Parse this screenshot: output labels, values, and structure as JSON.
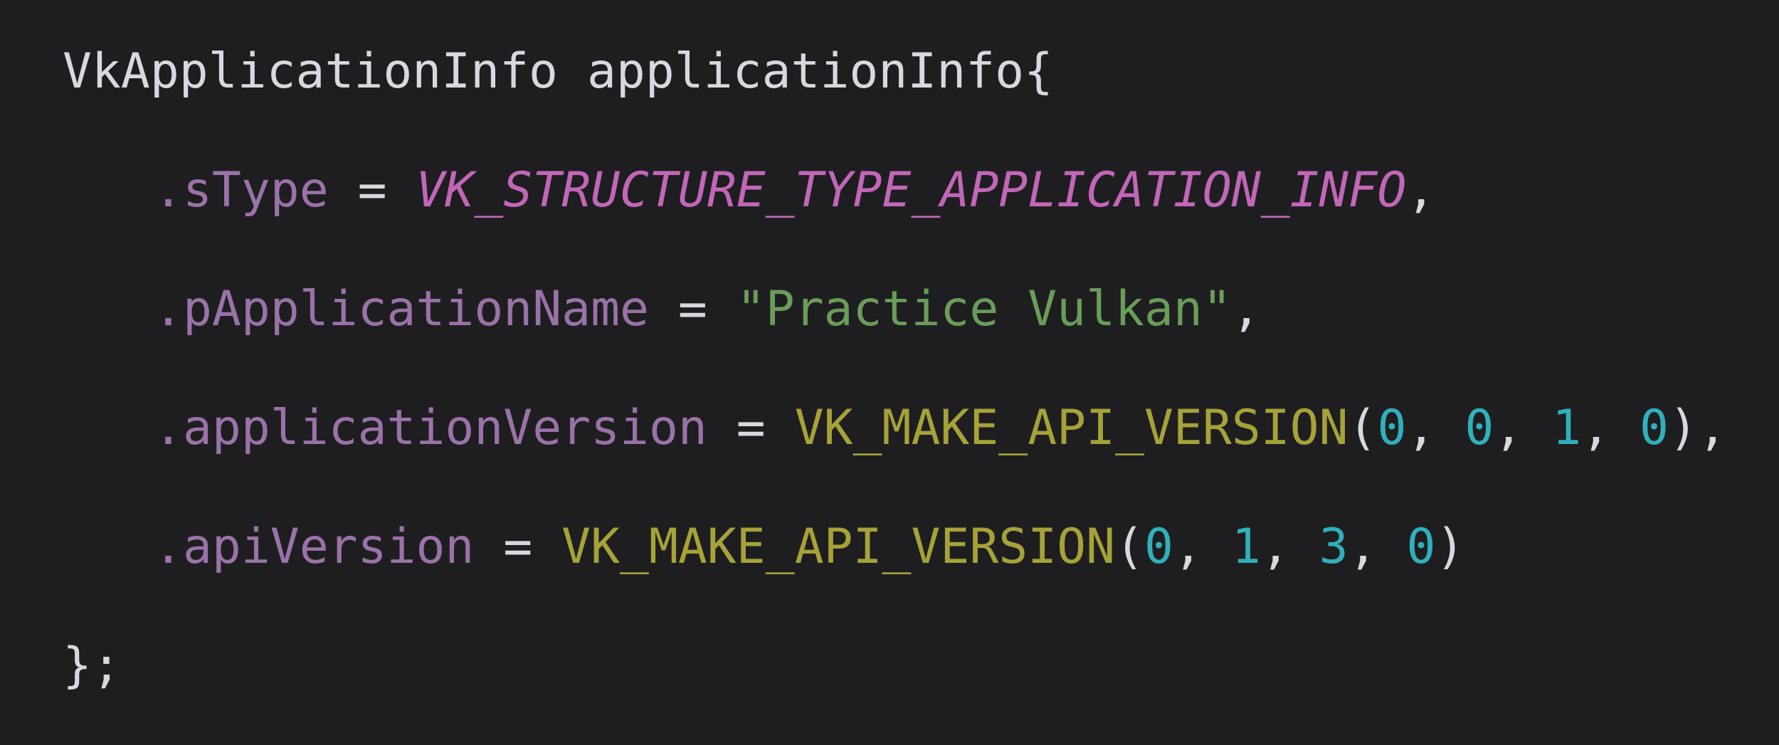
{
  "code": {
    "line1": {
      "type_name": "VkApplicationInfo",
      "var_name": "applicationInfo",
      "open_brace": "{"
    },
    "line2": {
      "member": ".sType",
      "op": " = ",
      "value": "VK_STRUCTURE_TYPE_APPLICATION_INFO",
      "trail": ","
    },
    "line3": {
      "member": ".pApplicationName",
      "op": " = ",
      "value": "\"Practice Vulkan\"",
      "trail": ","
    },
    "line4": {
      "member": ".applicationVersion",
      "op": " = ",
      "macro": "VK_MAKE_API_VERSION",
      "open_paren": "(",
      "args": [
        "0",
        "0",
        "1",
        "0"
      ],
      "close": "),"
    },
    "line5": {
      "member": ".apiVersion",
      "op": " = ",
      "macro": "VK_MAKE_API_VERSION",
      "open_paren": "(",
      "args": [
        "0",
        "1",
        "3",
        "0"
      ],
      "close": ")"
    },
    "line6": {
      "close": "};"
    }
  },
  "colors": {
    "background": "#1e1e20",
    "type": "#d8d8de",
    "member": "#9a72a8",
    "enum": "#c266b8",
    "string": "#6a9c5a",
    "macro": "#a6a238",
    "number": "#2fb0bc"
  }
}
